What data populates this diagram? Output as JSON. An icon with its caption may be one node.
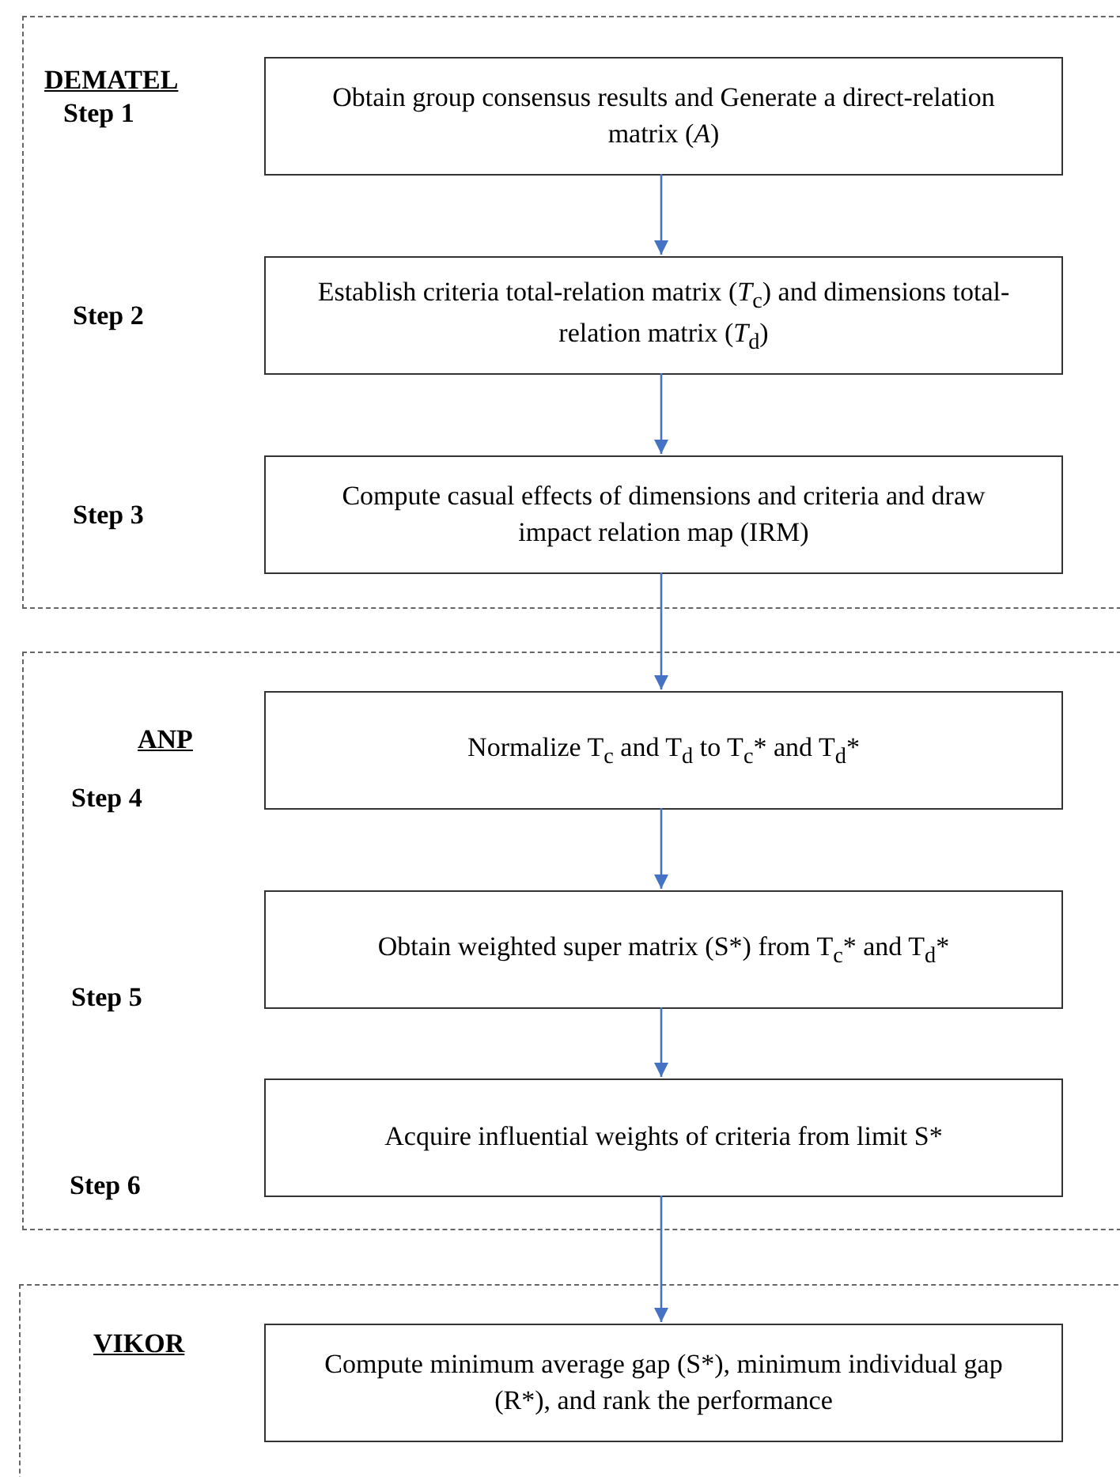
{
  "diagram": {
    "nodes": [
      {
        "text": [
          "DEMATEL"
        ]
      },
      {
        "text": [
          "Obtain group consensus results and Generate a direct-relation matrix (*A*)"
        ],
        "in": 0
      },
      {
        "text": [
          "Establish criteria total-relation matrix (*T*$_{c}$)  and dimensions total-relation matrix (*T*$_{d}$)"
        ],
        "in": 0
      },
      {
        "text": [
          "Compute casual effects of dimensions and criteria and draw impact relation map (IRM)"
        ],
        "in": 0
      },
      {
        "text": [
          "ANP"
        ]
      },
      {
        "text": [
          "Normalize T$_{c}$ and T$_{d}$ to T$_{c}$* and T$_{d}$*"
        ],
        "in": 4
      },
      {
        "text": [
          "Obtain weighted super matrix (S*) from T$_{c}$* and T$_{d}$*"
        ],
        "in": 4
      },
      {
        "text": [
          "Acquire influential weights of criteria from limit S*"
        ],
        "in": 4
      },
      {
        "text": [
          "VIKOR"
        ]
      },
      {
        "text": [
          "Compute minimum average gap (S*), minimum individual gap (R*), and rank the performance"
        ],
        "in": 8
      }
    ],
    "edges": [
      {
        "from": 1,
        "to": 2,
        "arrow": "to"
      },
      {
        "from": 2,
        "to": 3,
        "arrow": "to"
      },
      {
        "from": 3,
        "to": 5,
        "arrow": "to"
      },
      {
        "from": 5,
        "to": 6,
        "arrow": "to"
      },
      {
        "from": 6,
        "to": 7,
        "arrow": "to"
      },
      {
        "from": 7,
        "to": 9,
        "arrow": "to"
      }
    ],
    "labels": [
      "Step 1",
      "Step 2",
      "Step 3",
      "Step 4",
      "Step 5",
      "Step 6"
    ]
  }
}
